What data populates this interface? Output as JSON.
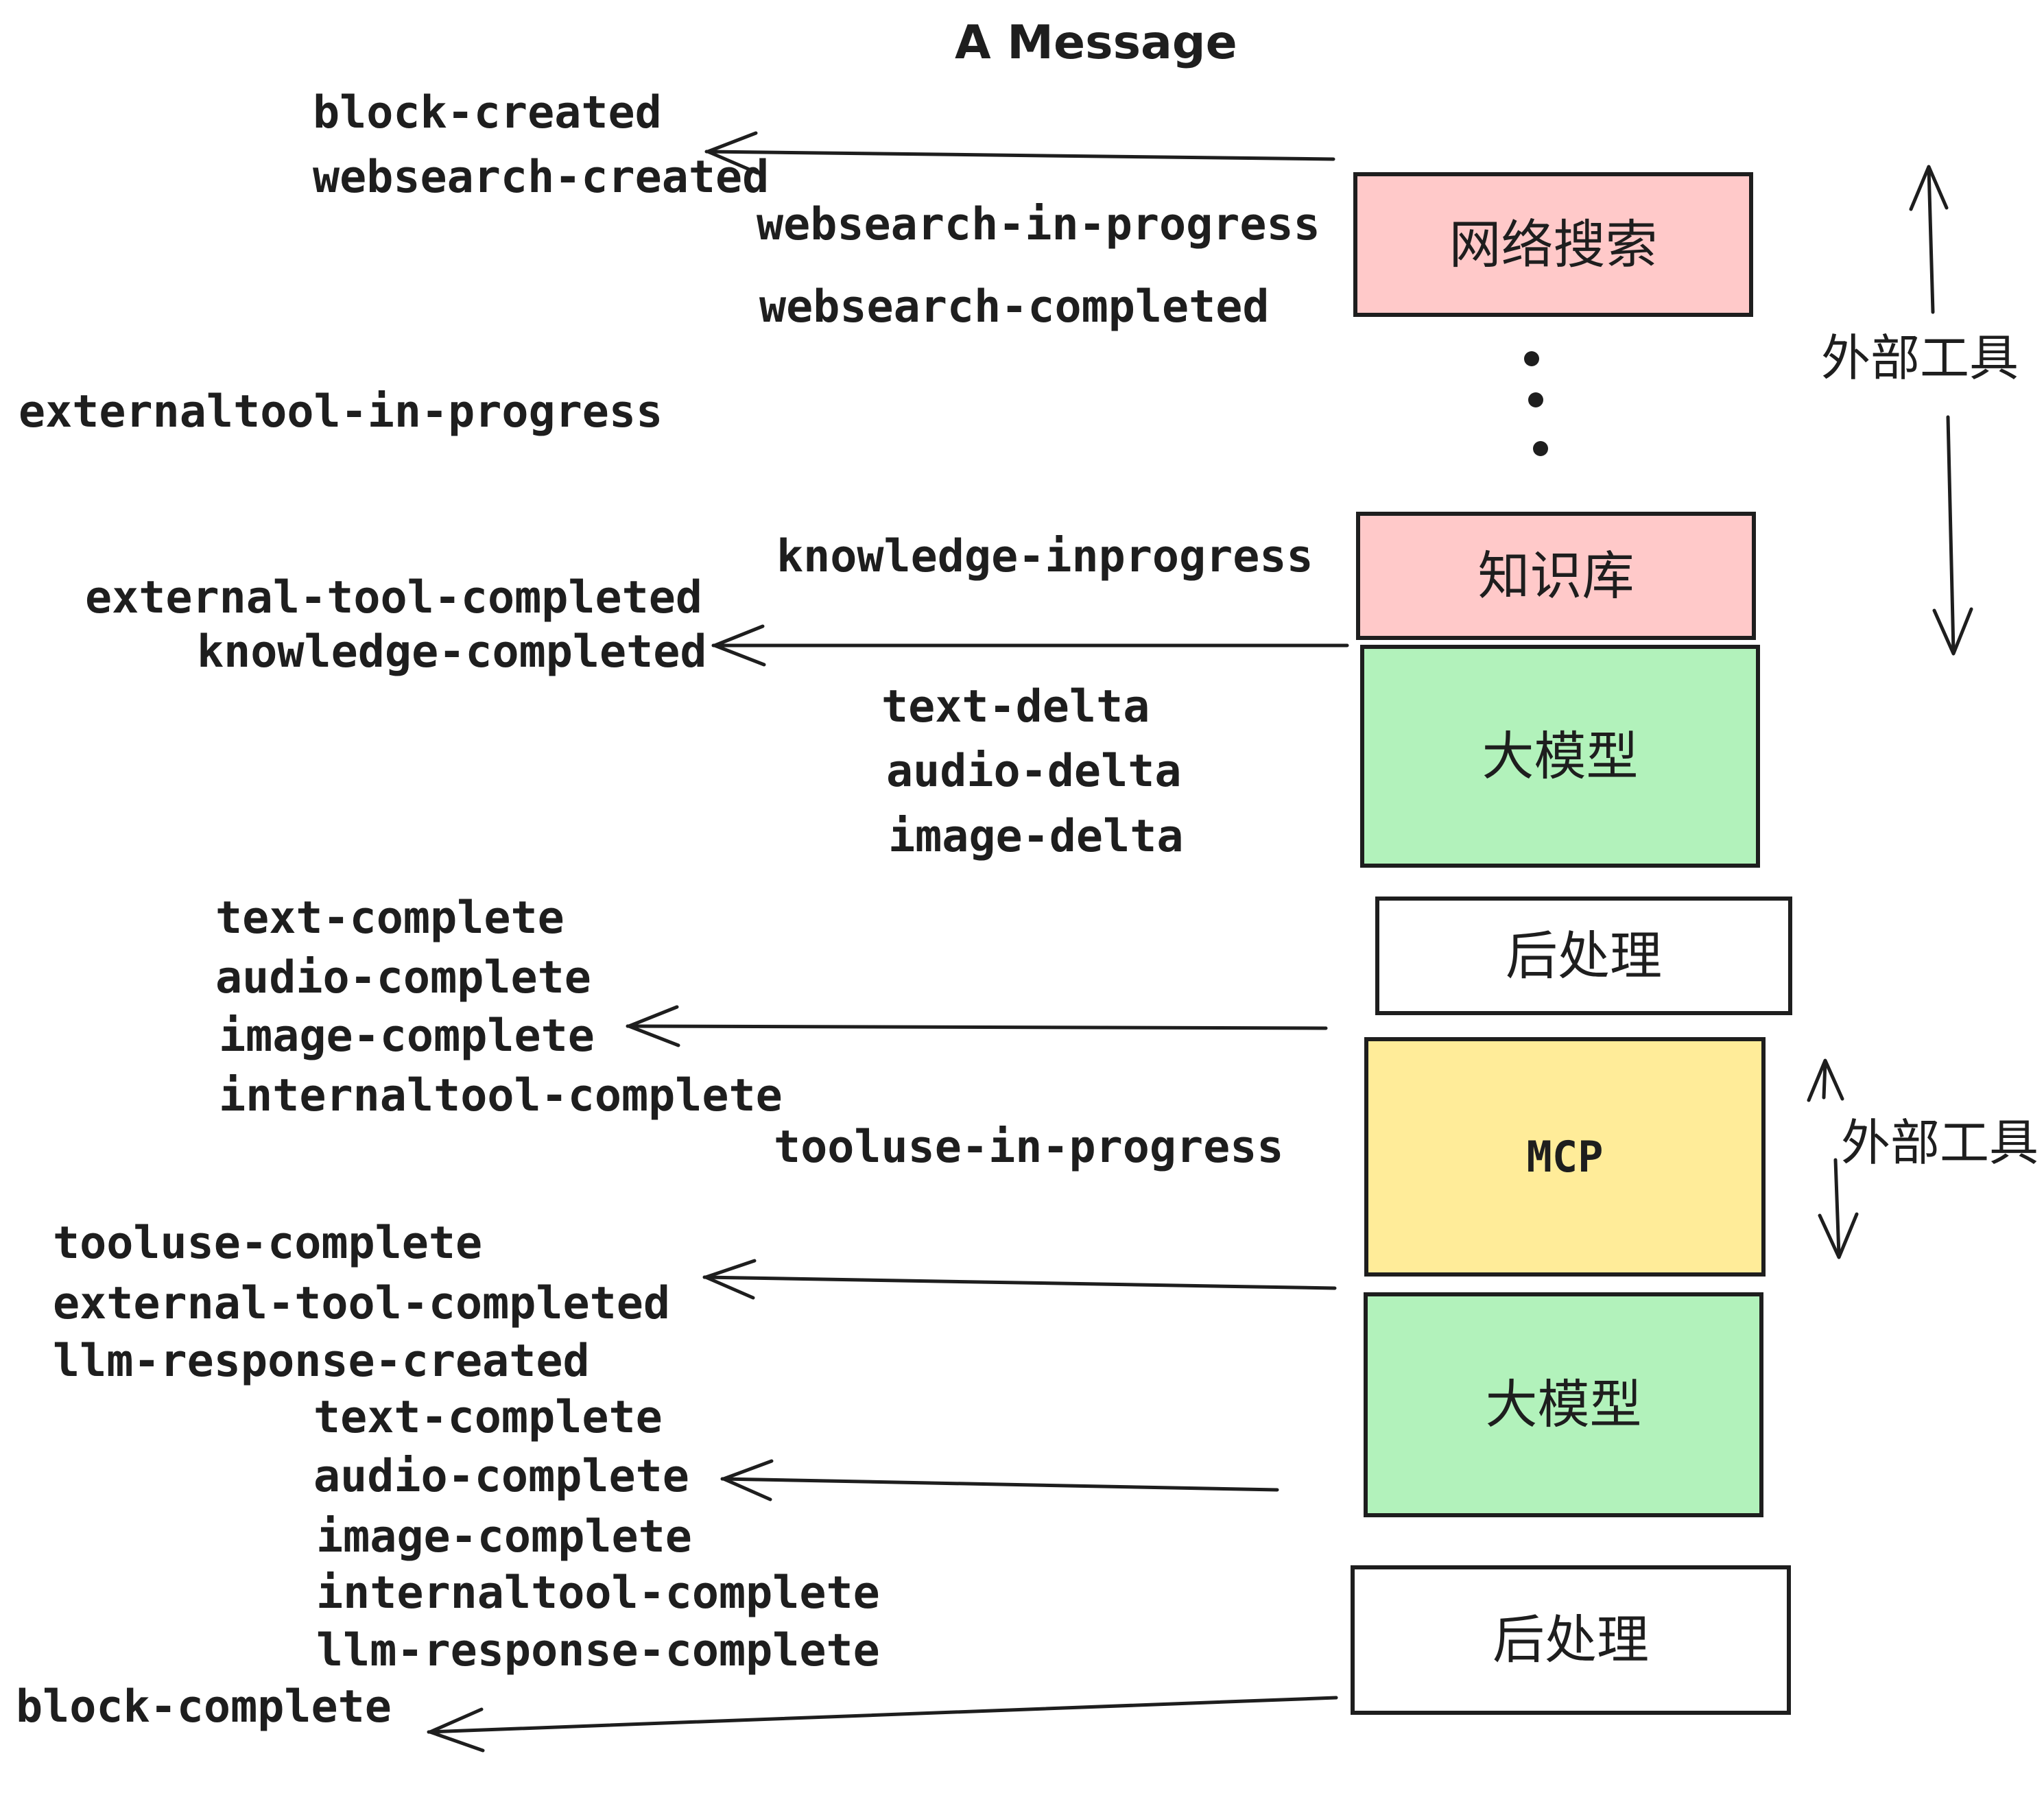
{
  "title": "A Message",
  "colors": {
    "ink": "#1e1e1e",
    "pink": "#ffc9c9",
    "green": "#b2f2bb",
    "yellow": "#ffec99",
    "paper": "#ffffff"
  },
  "events": [
    {
      "id": "block-created",
      "label": "block-created"
    },
    {
      "id": "websearch-created",
      "label": "websearch-created"
    },
    {
      "id": "websearch-in-progress",
      "label": "websearch-in-progress"
    },
    {
      "id": "websearch-completed",
      "label": "websearch-completed"
    },
    {
      "id": "externaltool-in-progress",
      "label": "externaltool-in-progress"
    },
    {
      "id": "external-tool-completed",
      "label": "external-tool-completed"
    },
    {
      "id": "knowledge-completed",
      "label": "knowledge-completed"
    },
    {
      "id": "knowledge-inprogress",
      "label": "knowledge-inprogress"
    },
    {
      "id": "text-delta",
      "label": "text-delta"
    },
    {
      "id": "audio-delta",
      "label": "audio-delta"
    },
    {
      "id": "image-delta",
      "label": "image-delta"
    },
    {
      "id": "text-complete",
      "label": "text-complete"
    },
    {
      "id": "audio-complete",
      "label": "audio-complete"
    },
    {
      "id": "image-complete",
      "label": "image-complete"
    },
    {
      "id": "internaltool-complete",
      "label": "internaltool-complete"
    },
    {
      "id": "tooluse-in-progress",
      "label": "tooluse-in-progress"
    },
    {
      "id": "tooluse-complete",
      "label": "tooluse-complete"
    },
    {
      "id": "external-tool-completed-2",
      "label": "external-tool-completed"
    },
    {
      "id": "llm-response-created",
      "label": "llm-response-created"
    },
    {
      "id": "text-complete-2",
      "label": "text-complete"
    },
    {
      "id": "audio-complete-2",
      "label": "audio-complete"
    },
    {
      "id": "image-complete-2",
      "label": "image-complete"
    },
    {
      "id": "internaltool-complete-2",
      "label": "internaltool-complete"
    },
    {
      "id": "llm-response-complete",
      "label": "llm-response-complete"
    },
    {
      "id": "block-complete",
      "label": "block-complete"
    }
  ],
  "boxes": [
    {
      "id": "websearch",
      "label": "网络搜索",
      "color": "#ffc9c9"
    },
    {
      "id": "knowledge",
      "label": "知识库",
      "color": "#ffc9c9"
    },
    {
      "id": "llm-1",
      "label": "大模型",
      "color": "#b2f2bb"
    },
    {
      "id": "postprocess-1",
      "label": "后处理",
      "color": "#ffffff"
    },
    {
      "id": "mcp",
      "label": "MCP",
      "color": "#ffec99"
    },
    {
      "id": "llm-2",
      "label": "大模型",
      "color": "#b2f2bb"
    },
    {
      "id": "postprocess-2",
      "label": "后处理",
      "color": "#ffffff"
    }
  ],
  "side_labels": [
    {
      "id": "external-tools-1",
      "label": "外部工具"
    },
    {
      "id": "external-tools-2",
      "label": "外部工具"
    }
  ]
}
